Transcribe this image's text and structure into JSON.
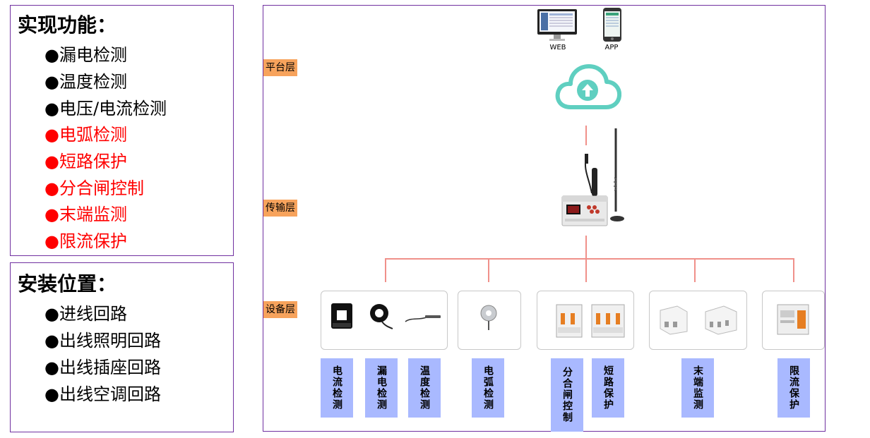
{
  "functions": {
    "title": "实现功能：",
    "items": [
      {
        "text": "●漏电检测",
        "color": "#000000"
      },
      {
        "text": "●温度检测",
        "color": "#000000"
      },
      {
        "text": "●电压/电流检测",
        "color": "#000000"
      },
      {
        "text": "●电弧检测",
        "color": "#ff0000"
      },
      {
        "text": "●短路保护",
        "color": "#ff0000"
      },
      {
        "text": "●分合闸控制",
        "color": "#ff0000"
      },
      {
        "text": "●末端监测",
        "color": "#ff0000"
      },
      {
        "text": "●限流保护",
        "color": "#ff0000"
      }
    ]
  },
  "positions": {
    "title": "安装位置：",
    "items": [
      "●进线回路",
      "●出线照明回路",
      "●出线插座回路",
      "●出线空调回路"
    ]
  },
  "layers": {
    "platform": "平台层",
    "transport": "传输层",
    "device": "设备层"
  },
  "top_icons": {
    "web": "WEB",
    "app": "APP"
  },
  "device_labels": [
    "电流检测",
    "漏电检测",
    "温度检测",
    "电弧检测",
    "分合闸控制",
    "短路保护",
    "末端监测",
    "限流保护"
  ],
  "colors": {
    "border": "#7030a0",
    "layer_tag": "#f7a35c",
    "connector": "#f0908a",
    "label_bg": "#a9b9ff",
    "cloud": "#5fcfc0",
    "highlight": "#ff0000"
  }
}
